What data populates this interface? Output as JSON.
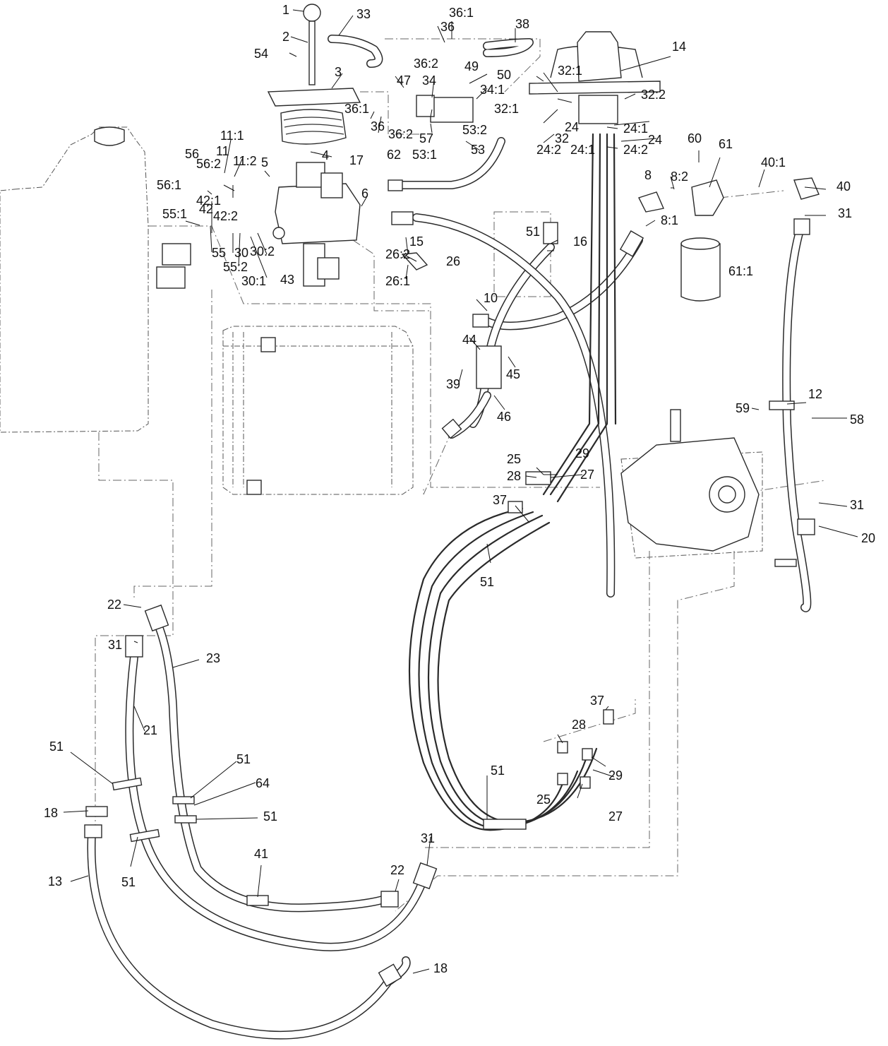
{
  "callouts": [
    {
      "id": "c1",
      "text": "1"
    },
    {
      "id": "c2",
      "text": "2"
    },
    {
      "id": "c3",
      "text": "3"
    },
    {
      "id": "c4",
      "text": "4"
    },
    {
      "id": "c5",
      "text": "5"
    },
    {
      "id": "c6",
      "text": "6"
    },
    {
      "id": "c8",
      "text": "8"
    },
    {
      "id": "c8_1",
      "text": "8:1"
    },
    {
      "id": "c8_2",
      "text": "8:2"
    },
    {
      "id": "c10",
      "text": "10"
    },
    {
      "id": "c11",
      "text": "11"
    },
    {
      "id": "c11_1",
      "text": "11:1"
    },
    {
      "id": "c11_2",
      "text": "11:2"
    },
    {
      "id": "c12",
      "text": "12"
    },
    {
      "id": "c13",
      "text": "13"
    },
    {
      "id": "c14",
      "text": "14"
    },
    {
      "id": "c15",
      "text": "15"
    },
    {
      "id": "c16",
      "text": "16"
    },
    {
      "id": "c17",
      "text": "17"
    },
    {
      "id": "c18a",
      "text": "18"
    },
    {
      "id": "c18b",
      "text": "18"
    },
    {
      "id": "c20",
      "text": "20"
    },
    {
      "id": "c21",
      "text": "21"
    },
    {
      "id": "c22a",
      "text": "22"
    },
    {
      "id": "c22b",
      "text": "22"
    },
    {
      "id": "c23",
      "text": "23"
    },
    {
      "id": "c24",
      "text": "24"
    },
    {
      "id": "c24_1a",
      "text": "24:1"
    },
    {
      "id": "c24_1b",
      "text": "24:1"
    },
    {
      "id": "c24_2a",
      "text": "24:2"
    },
    {
      "id": "c24_2b",
      "text": "24:2"
    },
    {
      "id": "c24b",
      "text": "24"
    },
    {
      "id": "c25a",
      "text": "25"
    },
    {
      "id": "c25b",
      "text": "25"
    },
    {
      "id": "c26",
      "text": "26"
    },
    {
      "id": "c26_1",
      "text": "26:1"
    },
    {
      "id": "c26_2",
      "text": "26:2"
    },
    {
      "id": "c27a",
      "text": "27"
    },
    {
      "id": "c27b",
      "text": "27"
    },
    {
      "id": "c28a",
      "text": "28"
    },
    {
      "id": "c28b",
      "text": "28"
    },
    {
      "id": "c29a",
      "text": "29"
    },
    {
      "id": "c29b",
      "text": "29"
    },
    {
      "id": "c30",
      "text": "30"
    },
    {
      "id": "c30_1",
      "text": "30:1"
    },
    {
      "id": "c30_2",
      "text": "30:2"
    },
    {
      "id": "c31a",
      "text": "31"
    },
    {
      "id": "c31b",
      "text": "31"
    },
    {
      "id": "c31c",
      "text": "31"
    },
    {
      "id": "c31d",
      "text": "31"
    },
    {
      "id": "c32",
      "text": "32"
    },
    {
      "id": "c32_1a",
      "text": "32:1"
    },
    {
      "id": "c32_1b",
      "text": "32:1"
    },
    {
      "id": "c32_2",
      "text": "32:2"
    },
    {
      "id": "c33",
      "text": "33"
    },
    {
      "id": "c34",
      "text": "34"
    },
    {
      "id": "c34_1",
      "text": "34:1"
    },
    {
      "id": "c36a",
      "text": "36"
    },
    {
      "id": "c36b",
      "text": "36"
    },
    {
      "id": "c36_1a",
      "text": "36:1"
    },
    {
      "id": "c36_1b",
      "text": "36:1"
    },
    {
      "id": "c36_2a",
      "text": "36:2"
    },
    {
      "id": "c36_2b",
      "text": "36:2"
    },
    {
      "id": "c37a",
      "text": "37"
    },
    {
      "id": "c37b",
      "text": "37"
    },
    {
      "id": "c38",
      "text": "38"
    },
    {
      "id": "c39",
      "text": "39"
    },
    {
      "id": "c40",
      "text": "40"
    },
    {
      "id": "c40_1",
      "text": "40:1"
    },
    {
      "id": "c41",
      "text": "41"
    },
    {
      "id": "c42a",
      "text": "42"
    },
    {
      "id": "c42_1",
      "text": "42:1"
    },
    {
      "id": "c42_2",
      "text": "42:2"
    },
    {
      "id": "c43",
      "text": "43"
    },
    {
      "id": "c44",
      "text": "44"
    },
    {
      "id": "c45",
      "text": "45"
    },
    {
      "id": "c46",
      "text": "46"
    },
    {
      "id": "c47",
      "text": "47"
    },
    {
      "id": "c49",
      "text": "49"
    },
    {
      "id": "c50",
      "text": "50"
    },
    {
      "id": "c51a",
      "text": "51"
    },
    {
      "id": "c51b",
      "text": "51"
    },
    {
      "id": "c51c",
      "text": "51"
    },
    {
      "id": "c51d",
      "text": "51"
    },
    {
      "id": "c51e",
      "text": "51"
    },
    {
      "id": "c51f",
      "text": "51"
    },
    {
      "id": "c51g",
      "text": "51"
    },
    {
      "id": "c53",
      "text": "53"
    },
    {
      "id": "c53_1",
      "text": "53:1"
    },
    {
      "id": "c53_2",
      "text": "53:2"
    },
    {
      "id": "c54",
      "text": "54"
    },
    {
      "id": "c55",
      "text": "55"
    },
    {
      "id": "c55_1",
      "text": "55:1"
    },
    {
      "id": "c55_2",
      "text": "55:2"
    },
    {
      "id": "c56",
      "text": "56"
    },
    {
      "id": "c56_1",
      "text": "56:1"
    },
    {
      "id": "c56_2",
      "text": "56:2"
    },
    {
      "id": "c57",
      "text": "57"
    },
    {
      "id": "c58",
      "text": "58"
    },
    {
      "id": "c59",
      "text": "59"
    },
    {
      "id": "c60",
      "text": "60"
    },
    {
      "id": "c61",
      "text": "61"
    },
    {
      "id": "c61_1",
      "text": "61:1"
    },
    {
      "id": "c62",
      "text": "62"
    },
    {
      "id": "c64",
      "text": "64"
    }
  ]
}
